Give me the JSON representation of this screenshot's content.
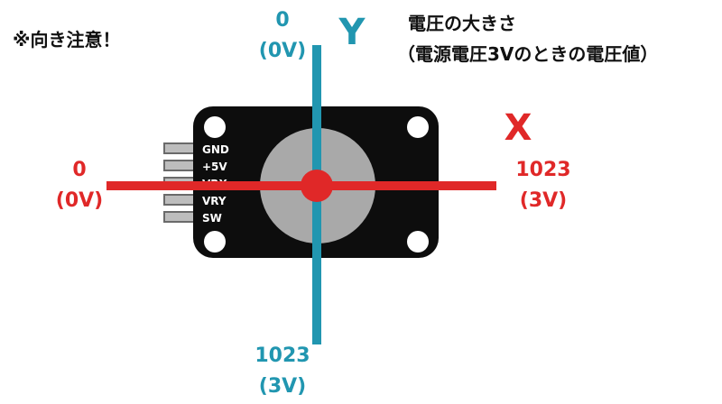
{
  "note": "※向き注意！",
  "voltage_caption": {
    "line1": "電圧の大きさ",
    "line2": "（電源電圧3Vのときの電圧値）"
  },
  "y_axis": {
    "label": "Y",
    "color": "#2196b0",
    "top_value": "0",
    "top_voltage": "(0V)",
    "bottom_value": "1023",
    "bottom_voltage": "(3V)"
  },
  "x_axis": {
    "label": "X",
    "color": "#e02828",
    "left_value": "0",
    "left_voltage": "(0V)",
    "right_value": "1023",
    "right_voltage": "(3V)"
  },
  "pins": [
    "GND",
    "+5V",
    "VRX",
    "VRY",
    "SW"
  ],
  "colors": {
    "board": "#0d0d0d",
    "knob": "#a9a9a9",
    "pin": "#bdbdbd"
  }
}
